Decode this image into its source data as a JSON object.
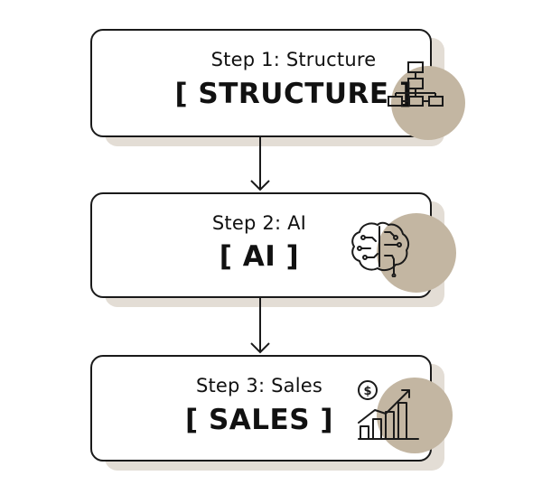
{
  "steps": [
    {
      "label": "Step 1: Structure",
      "title": "[ STRUCTURE ]",
      "icon": "hierarchy-icon"
    },
    {
      "label": "Step 2: AI",
      "title": "[ AI ]",
      "icon": "brain-circuit-icon"
    },
    {
      "label": "Step 3: Sales",
      "title": "[ SALES ]",
      "icon": "growth-chart-icon"
    }
  ],
  "colors": {
    "accent": "#c3b6a2",
    "shadow": "#e3ddd5",
    "border": "#1a1a1a",
    "text": "#111111"
  }
}
